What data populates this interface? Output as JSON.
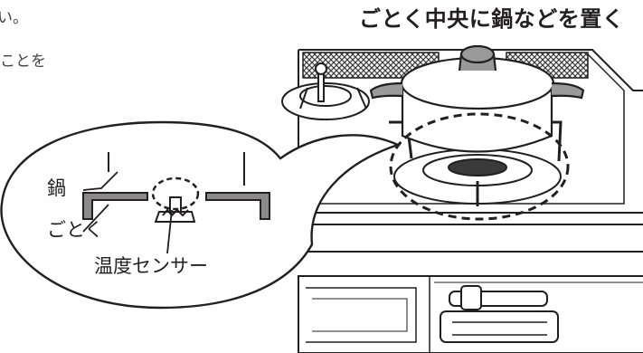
{
  "heading": "ごとく中央に鍋などを置く",
  "partial_text": [
    "い。",
    "ことを"
  ],
  "callout_labels": {
    "pot": "鍋",
    "trivet": "ごとく",
    "sensor": "温度センサー"
  },
  "colors": {
    "line": "#231f20",
    "trivet_gray": "#8a8a8a",
    "lid_knob": "#9a9a9a",
    "grate_dark": "#3a3a3a"
  }
}
